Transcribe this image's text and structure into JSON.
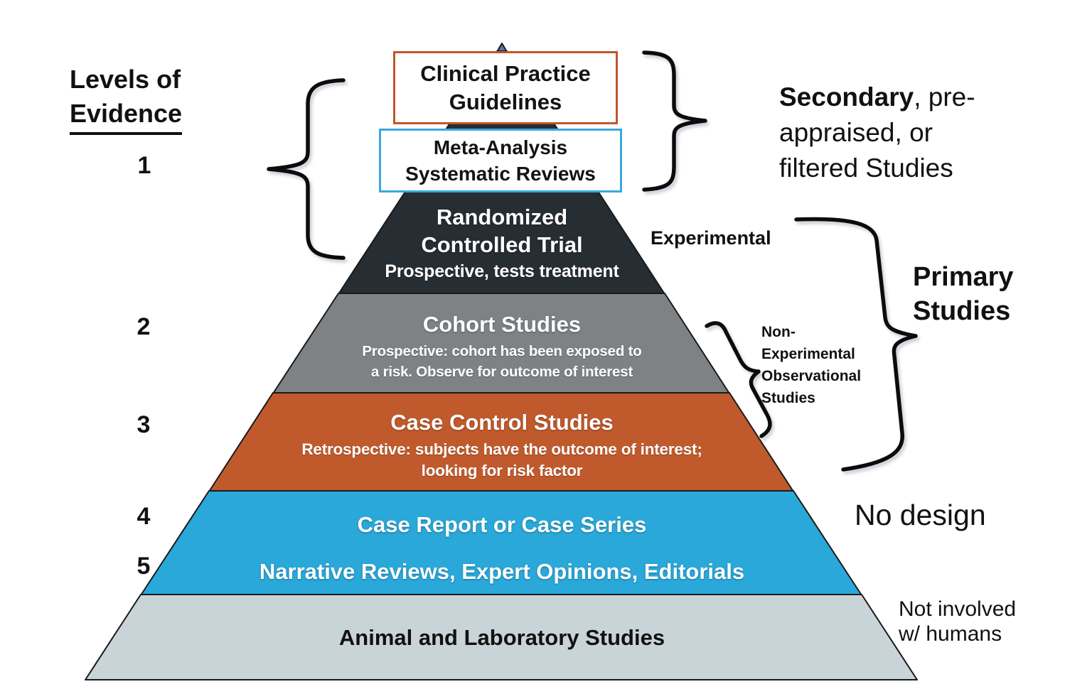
{
  "title": {
    "line1": "Levels of",
    "line2": "Evidence"
  },
  "level_numbers": [
    "1",
    "2",
    "3",
    "4",
    "5"
  ],
  "top_boxes": {
    "clinical": {
      "line1": "Clinical Practice",
      "line2": "Guidelines"
    },
    "meta": {
      "line1": "Meta-Analysis",
      "line2": "Systematic Reviews"
    }
  },
  "pyramid": {
    "levels": [
      {
        "id": "randomized-controlled-trial",
        "line1": "Randomized",
        "line2": "Controlled Trial",
        "sub": "Prospective, tests treatment"
      },
      {
        "id": "cohort-studies",
        "title": "Cohort Studies",
        "sub1": "Prospective: cohort has been exposed to",
        "sub2": "a risk. Observe for outcome of interest"
      },
      {
        "id": "case-control-studies",
        "title": "Case Control Studies",
        "sub1": "Retrospective: subjects have the outcome of interest;",
        "sub2": "looking for risk factor"
      },
      {
        "id": "case-report",
        "title": "Case Report or Case Series"
      },
      {
        "id": "narrative-reviews",
        "title": "Narrative Reviews, Expert Opinions, Editorials"
      },
      {
        "id": "animal-laboratory",
        "title": "Animal and Laboratory Studies"
      }
    ]
  },
  "annotations": {
    "secondary_bold": "Secondary",
    "secondary_rest": ", pre-",
    "secondary_line2": "appraised, or",
    "secondary_line3": "filtered Studies",
    "experimental": "Experimental",
    "primary_line1": "Primary",
    "primary_line2": "Studies",
    "nonexp_line1": "Non-",
    "nonexp_line2": "Experimental",
    "nonexp_line3": "Observational",
    "nonexp_line4": "Studies",
    "no_design": "No design",
    "not_involved_line1": "Not involved",
    "not_involved_line2": "w/ humans"
  },
  "colors": {
    "tip_blue": "#4a7ab5",
    "rct_dark": "#262d33",
    "cohort_gray": "#7e8284",
    "case_control_orange": "#c05a2c",
    "case_report_blue": "#29a8d9",
    "animal_light": "#c9d4d9",
    "clinical_box_border": "#c0562a",
    "meta_box_border": "#3aa9da",
    "outline": "#1a1a1a"
  }
}
